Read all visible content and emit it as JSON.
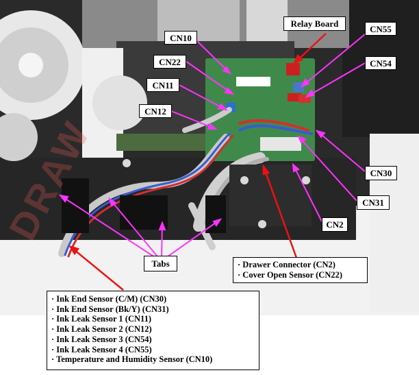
{
  "callouts": {
    "cn10": "CN10",
    "relay_board": "Relay Board",
    "cn55": "CN55",
    "cn22": "CN22",
    "cn54": "CN54",
    "cn11": "CN11",
    "cn12": "CN12",
    "cn30": "CN30",
    "cn31": "CN31",
    "cn2": "CN2",
    "tabs": "Tabs"
  },
  "drawer_box": {
    "lines": [
      "· Drawer Connector (CN2)",
      "· Cover Open Sensor (CN22)"
    ]
  },
  "sensor_list": {
    "lines": [
      "· Ink End Sensor (C/M) (CN30)",
      "· Ink End Sensor (Bk/Y) (CN31)",
      "· Ink Leak Sensor 1 (CN11)",
      "· Ink Leak Sensor 2 (CN12)",
      "· Ink Leak Sensor 3 (CN54)",
      "· Ink Leak Sensor 4 (CN55)",
      "· Temperature and Humidity Sensor (CN10)"
    ]
  },
  "watermark": "DRAW",
  "colors": {
    "pointer_magenta": "#ff33ff",
    "pointer_red": "#ee1111",
    "board_green": "#3f8a4a",
    "chassis_dark": "#1c1c1c"
  }
}
